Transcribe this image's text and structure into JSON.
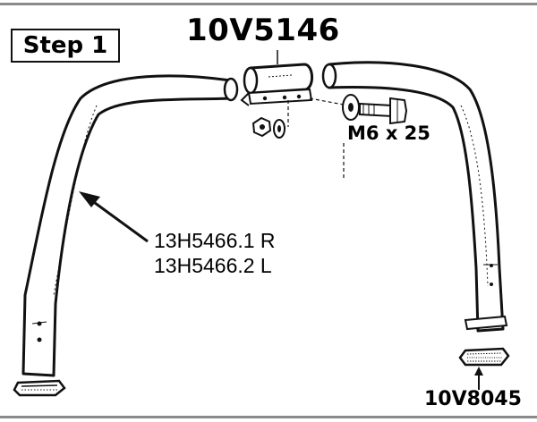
{
  "step_label": "Step 1",
  "parts": {
    "clamp_part_number": "10V5146",
    "bolt_spec": "M6 x 25",
    "tube_right": "13H5466.1 R",
    "tube_left": "13H5466.2 L",
    "foot_pad_part_number": "10V8045"
  }
}
